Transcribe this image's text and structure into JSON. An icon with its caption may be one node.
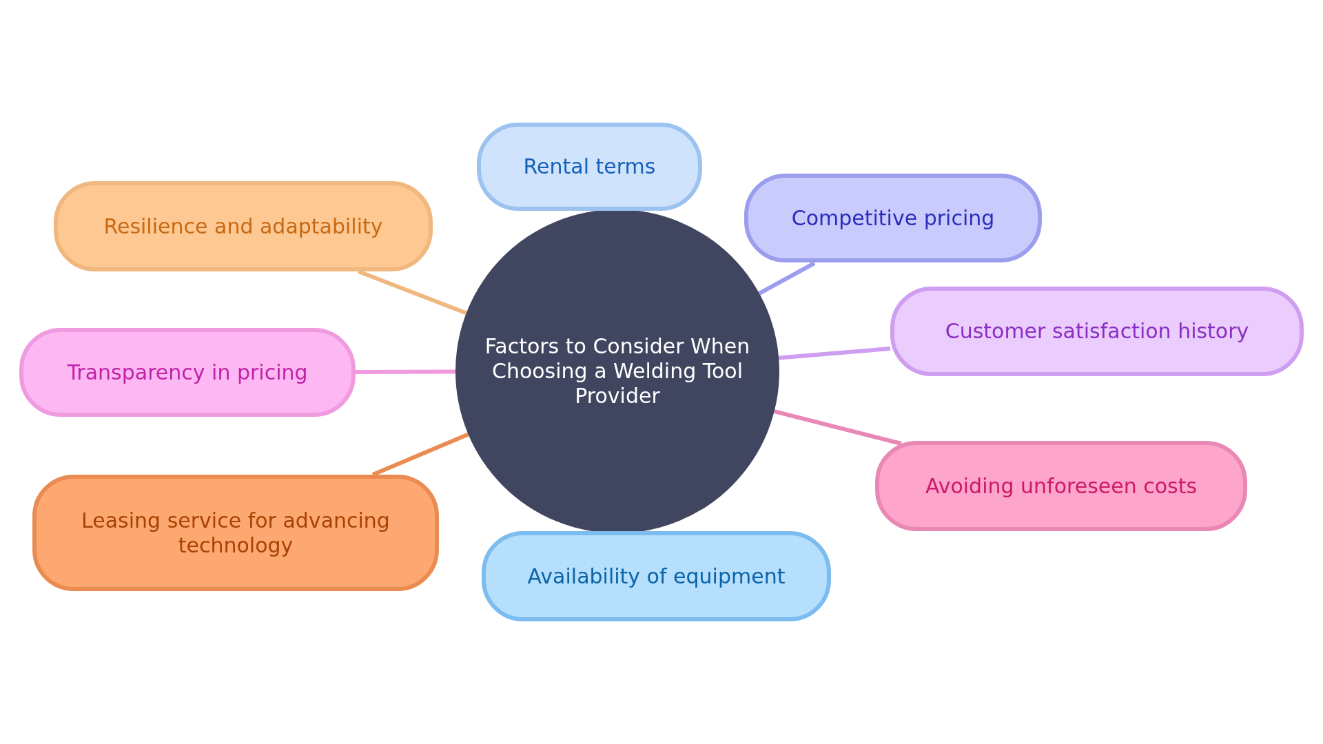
{
  "diagram": {
    "nodes": [
      {
        "text": [
          "Factors to Consider When Choosing a Welding Tool Provider"
        ]
      },
      {
        "text": [
          "Rental terms"
        ]
      },
      {
        "text": [
          "Resilience and adaptability"
        ]
      },
      {
        "text": [
          "Competitive pricing"
        ]
      },
      {
        "text": [
          "Customer satisfaction history"
        ]
      },
      {
        "text": [
          "Transparency in pricing"
        ]
      },
      {
        "text": [
          "Avoiding unforeseen costs"
        ]
      },
      {
        "text": [
          "Leasing service for advancing technology"
        ]
      },
      {
        "text": [
          "Availability of equipment"
        ]
      }
    ],
    "edges": [
      {
        "from": 0,
        "to": 2,
        "arrow": "none",
        "color": "#f0b87e"
      },
      {
        "from": 0,
        "to": 3,
        "arrow": "none",
        "color": "#9b9eee"
      },
      {
        "from": 0,
        "to": 4,
        "arrow": "none",
        "color": "#cf9ef0"
      },
      {
        "from": 0,
        "to": 5,
        "arrow": "none",
        "color": "#f09ae0"
      },
      {
        "from": 0,
        "to": 6,
        "arrow": "none",
        "color": "#ea88b5"
      },
      {
        "from": 0,
        "to": 7,
        "arrow": "none",
        "color": "#ea8c52"
      }
    ]
  }
}
